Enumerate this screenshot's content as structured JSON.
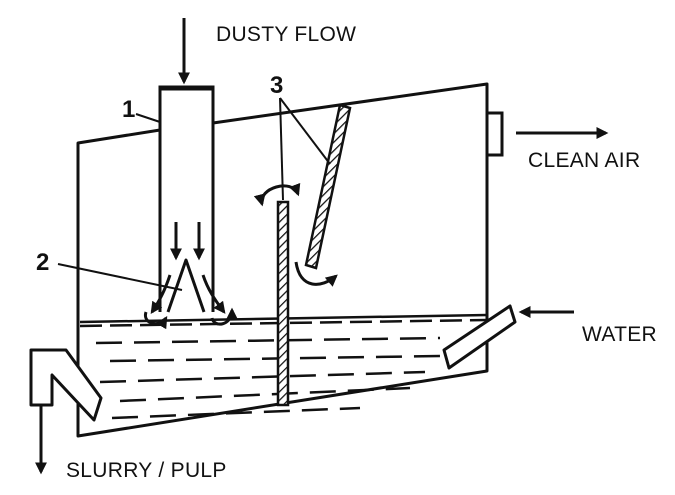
{
  "labels": {
    "dusty_flow": "DUSTY FLOW",
    "clean_air": "CLEAN AIR",
    "water": "WATER",
    "slurry": "SLURRY / PULP"
  },
  "numbers": {
    "n1": "1",
    "n2": "2",
    "n3": "3"
  },
  "colors": {
    "ink": "#111111",
    "background": "#ffffff"
  }
}
